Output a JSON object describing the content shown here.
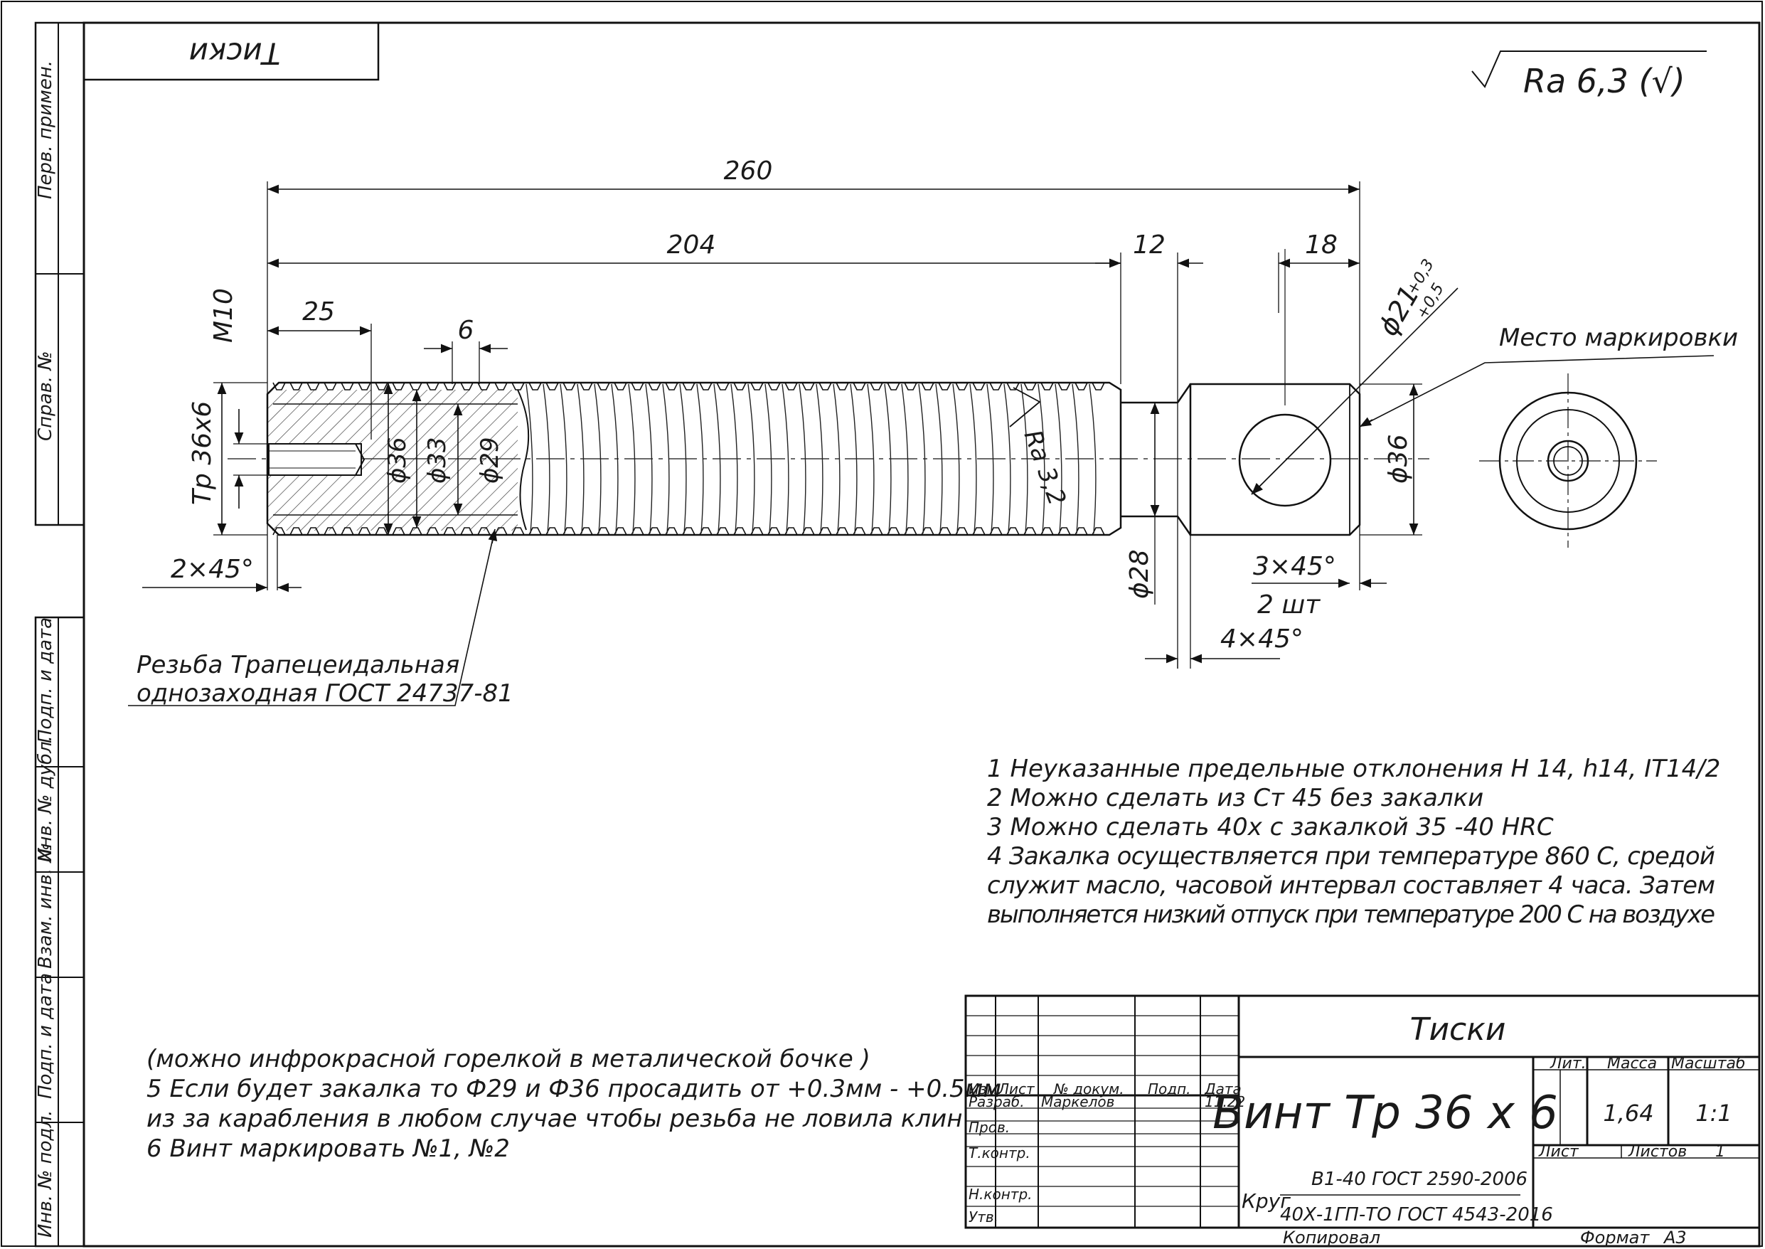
{
  "stamp_top": "Тиски",
  "roughness_general": "Ra 6,3 (√)",
  "side_columns": [
    "Перв. примен.",
    "Справ. №",
    "Подп. и дата",
    "Инв. № дубл.",
    "Взам. инв. №",
    "Подп. и дата",
    "Инв. № подл."
  ],
  "dims": {
    "d260": "260",
    "d204": "204",
    "d12": "12",
    "d18": "18",
    "d25": "25",
    "d6": "6",
    "m10": "M10",
    "thread": "Tp 36x6",
    "phi36a": "ϕ36",
    "phi33": "ϕ33",
    "phi29": "ϕ29",
    "phi21": "ϕ21",
    "phi21_tol_up": "+0,3",
    "phi21_tol_lo": "+0,5",
    "phi36b": "ϕ36",
    "phi28": "ϕ28",
    "ra32": "Ra 3,2",
    "ch2x45": "2×45°",
    "ch3x45": "3×45°",
    "ch2sht": "2 шт",
    "ch4x45": "4×45°"
  },
  "marking_label": "Место маркировки",
  "thread_note": [
    "Резьба Трапецеидальная",
    "однозаходная ГОСТ 24737-81"
  ],
  "notes": [
    "1 Неуказанные предельные отклонения H 14, h14, IT14/2",
    "2 Можно сделать из Ст 45 без закалки",
    "3 Можно сделать 40х с закалкой 35 -40 HRC",
    "4 Закалка осуществляется при температуре 860 С, средой",
    "служит масло, часовой интервал составляет 4 часа. Затем",
    "выполняется низкий отпуск при температуре 200 С на воздухе"
  ],
  "notes_lower": [
    "(можно инфрокрасной горелкой в металической бочке )",
    "5 Если будет закалка то Ф29 и Ф36 просадить от +0.3мм - +0.5мм",
    "из за карабления в любом случае чтобы резьба не ловила клин",
    "6 Винт маркировать №1, №2"
  ],
  "title_block": {
    "assembly": "Тиски",
    "name": "Винт Тр 36 х 6",
    "hdr_izm": "Изм.",
    "hdr_list": "Лист",
    "hdr_doc": "№ докум.",
    "hdr_podp": "Подп.",
    "hdr_date": "Дата",
    "razrab": "Разраб.",
    "razrab_name": "Маркелов",
    "razrab_date": "11.22",
    "prov": "Пров.",
    "tkontr": "Т.контр.",
    "nkontr": "Н.контр.",
    "utv": "Утв.",
    "lit": "Лит.",
    "massa": "Масса",
    "masshtab": "Масштаб",
    "massa_val": "1,64",
    "masshtab_val": "1:1",
    "list": "Лист",
    "listov": "Листов",
    "listov_val": "1",
    "material_prefix": "Круг",
    "material_top": "В1-40 ГОСТ 2590-2006",
    "material_bottom": "40Х-1ГП-ТО ГОСТ 4543-2016",
    "kopiroval": "Копировал",
    "format": "Формат",
    "format_val": "А3"
  }
}
